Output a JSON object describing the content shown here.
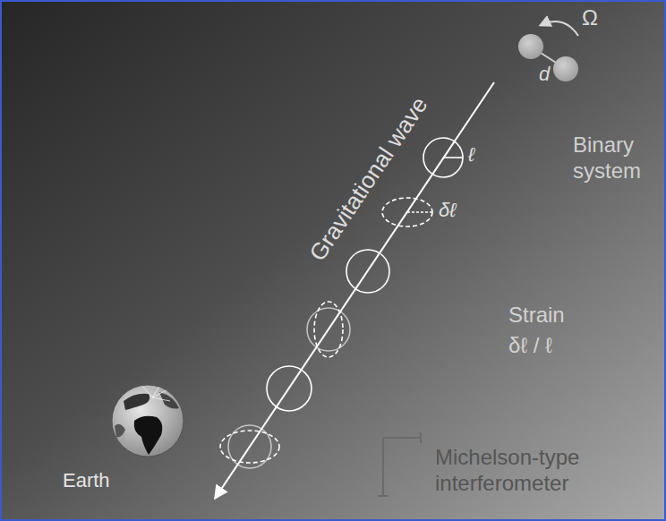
{
  "diagram": {
    "labels": [
      "Ω",
      "d",
      "Binary system",
      "Gravitational wave",
      "ℓ",
      "δℓ",
      "Strain",
      "δℓ / ℓ",
      "Earth",
      "Michelson-type interferometer"
    ]
  }
}
